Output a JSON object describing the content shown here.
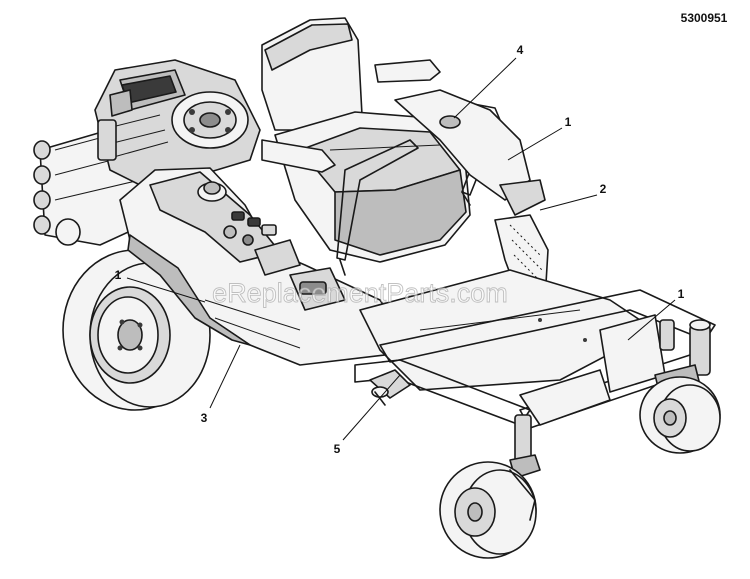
{
  "document_number": "5300951",
  "watermark": "eReplacementParts.com",
  "callouts": [
    {
      "id": "callout-top-1",
      "text": "1"
    },
    {
      "id": "callout-2",
      "text": "2"
    },
    {
      "id": "callout-3",
      "text": "3"
    },
    {
      "id": "callout-4",
      "text": "4"
    },
    {
      "id": "callout-5",
      "text": "5"
    },
    {
      "id": "callout-left-1",
      "text": "1"
    },
    {
      "id": "callout-right-1",
      "text": "1"
    }
  ]
}
